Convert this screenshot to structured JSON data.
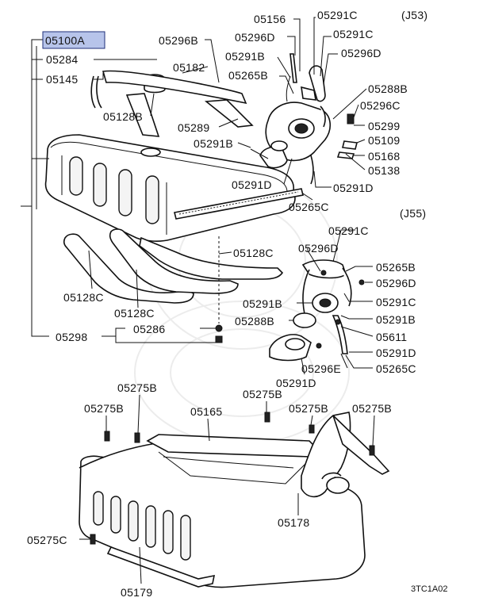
{
  "highlighted_part": "05100A",
  "variant_labels": {
    "j53": "(J53)",
    "j55": "(J55)"
  },
  "drawing_code": "3TC1A02",
  "labels": {
    "p05100A": "05100A",
    "p05284": "05284",
    "p05145": "05145",
    "p05296B": "05296B",
    "p05182": "05182",
    "p05128B": "05128B",
    "p05289": "05289",
    "p05291B_a": "05291B",
    "p05156": "05156",
    "p05291C_a": "05291C",
    "p05296D_a": "05296D",
    "p05291C_b": "05291C",
    "p05291B_b": "05291B",
    "p05296D_b": "05296D",
    "p05265B_a": "05265B",
    "p05288B_a": "05288B",
    "p05296C": "05296C",
    "p05299": "05299",
    "p05109": "05109",
    "p05168": "05168",
    "p05138": "05138",
    "p05291D_a": "05291D",
    "p05291D_b": "05291D",
    "p05265C_a": "05265C",
    "p05128C_a": "05128C",
    "p05128C_b": "05128C",
    "p05128C_c": "05128C",
    "p05298": "05298",
    "p05286": "05286",
    "p05291C_c": "05291C",
    "p05296D_c": "05296D",
    "p05265B_b": "05265B",
    "p05296D_d": "05296D",
    "p05291B_c": "05291B",
    "p05291C_d": "05291C",
    "p05288B_b": "05288B",
    "p05291B_d": "05291B",
    "p05611": "05611",
    "p05291D_c": "05291D",
    "p05296E": "05296E",
    "p05265C_b": "05265C",
    "p05291D_d": "05291D",
    "p05275B_a": "05275B",
    "p05275B_b": "05275B",
    "p05275B_c": "05275B",
    "p05165": "05165",
    "p05275B_d": "05275B",
    "p05275B_e": "05275B",
    "p05178": "05178",
    "p05275C": "05275C",
    "p05179": "05179"
  }
}
